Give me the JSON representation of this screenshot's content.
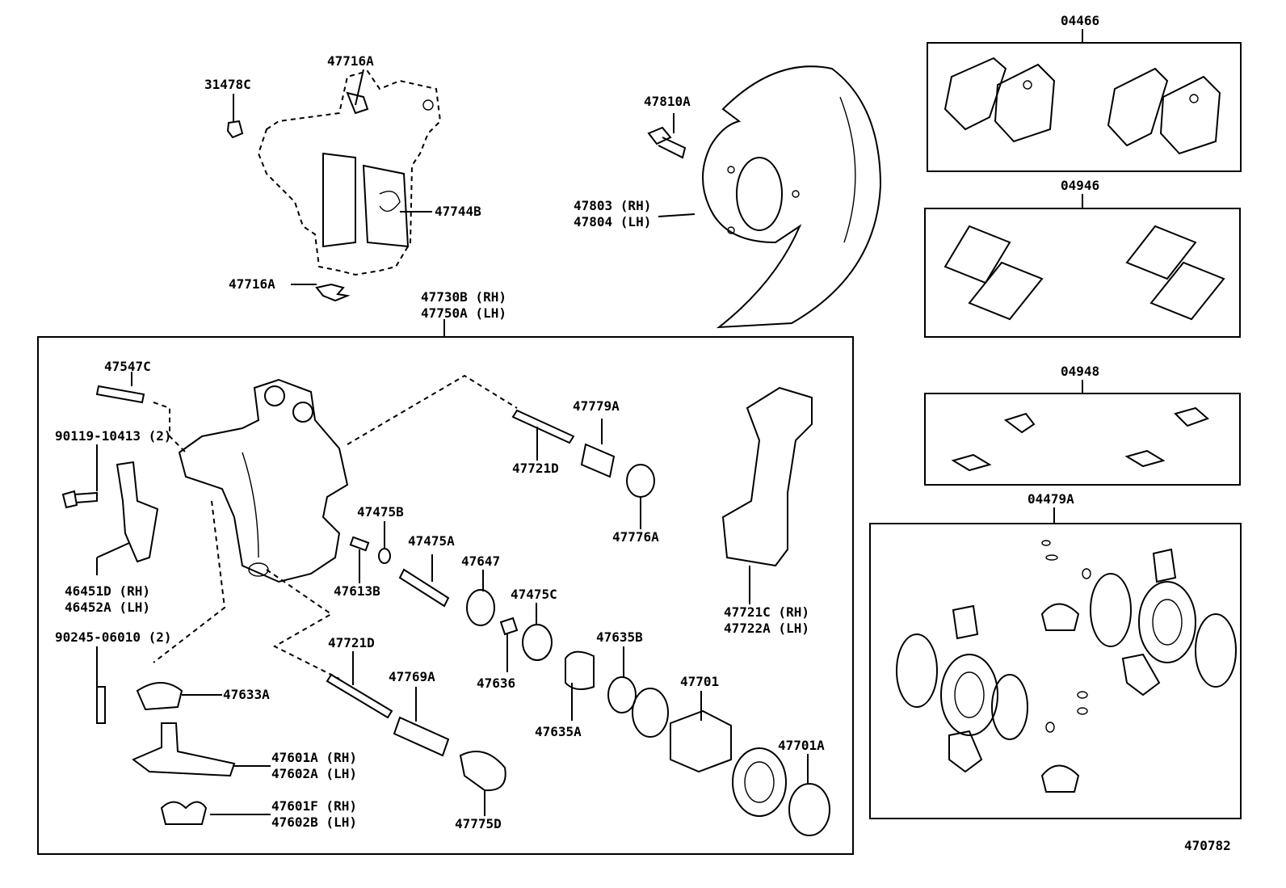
{
  "diagram_code": "470782",
  "groups": {
    "box_04466": "04466",
    "box_04946": "04946",
    "box_04948": "04948",
    "box_04479a": "04479A",
    "caliper_assy_rh": "47730B (RH)",
    "caliper_assy_lh": "47750A (LH)"
  },
  "parts": {
    "p31478c": "31478C",
    "p47716a_top": "47716A",
    "p47716a_bottom": "47716A",
    "p47744b": "47744B",
    "p47810a": "47810A",
    "p47803": "47803 (RH)",
    "p47804": "47804 (LH)",
    "p47547c": "47547C",
    "p90119": "90119-10413 (2)",
    "p46451d": "46451D (RH)",
    "p46452a": "46452A (LH)",
    "p90245": "90245-06010 (2)",
    "p47633a": "47633A",
    "p47601a": "47601A (RH)",
    "p47602a": "47602A (LH)",
    "p47601f": "47601F (RH)",
    "p47602b": "47602B (LH)",
    "p47779a": "47779A",
    "p47721d_top": "47721D",
    "p47776a": "47776A",
    "p47475b": "47475B",
    "p47475a": "47475A",
    "p47647": "47647",
    "p47613b": "47613B",
    "p47475c": "47475C",
    "p47636": "47636",
    "p47721d_bottom": "47721D",
    "p47769a": "47769A",
    "p47775d": "47775D",
    "p47635b": "47635B",
    "p47635a": "47635A",
    "p47701": "47701",
    "p47701a": "47701A",
    "p47721c": "47721C (RH)",
    "p47722a": "47722A (LH)"
  }
}
